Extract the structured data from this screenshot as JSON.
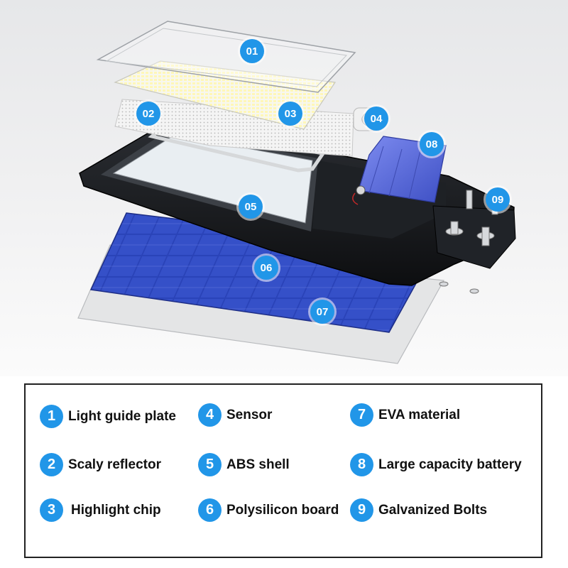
{
  "callouts": [
    "01",
    "02",
    "03",
    "04",
    "05",
    "06",
    "07",
    "08",
    "09"
  ],
  "legend": [
    {
      "num": "1",
      "label": "Light guide plate"
    },
    {
      "num": "2",
      "label": "Scaly reflector"
    },
    {
      "num": "3",
      "label": "Highlight chip"
    },
    {
      "num": "4",
      "label": "Sensor"
    },
    {
      "num": "5",
      "label": "ABS shell"
    },
    {
      "num": "6",
      "label": "Polysilicon board"
    },
    {
      "num": "7",
      "label": "EVA material"
    },
    {
      "num": "8",
      "label": "Large capacity battery"
    },
    {
      "num": "9",
      "label": "Galvanized Bolts"
    }
  ],
  "colors": {
    "accent": "#2196e8",
    "shell": "#16181b",
    "solar": "#2a43b8",
    "battery": "#5c6ee0"
  }
}
